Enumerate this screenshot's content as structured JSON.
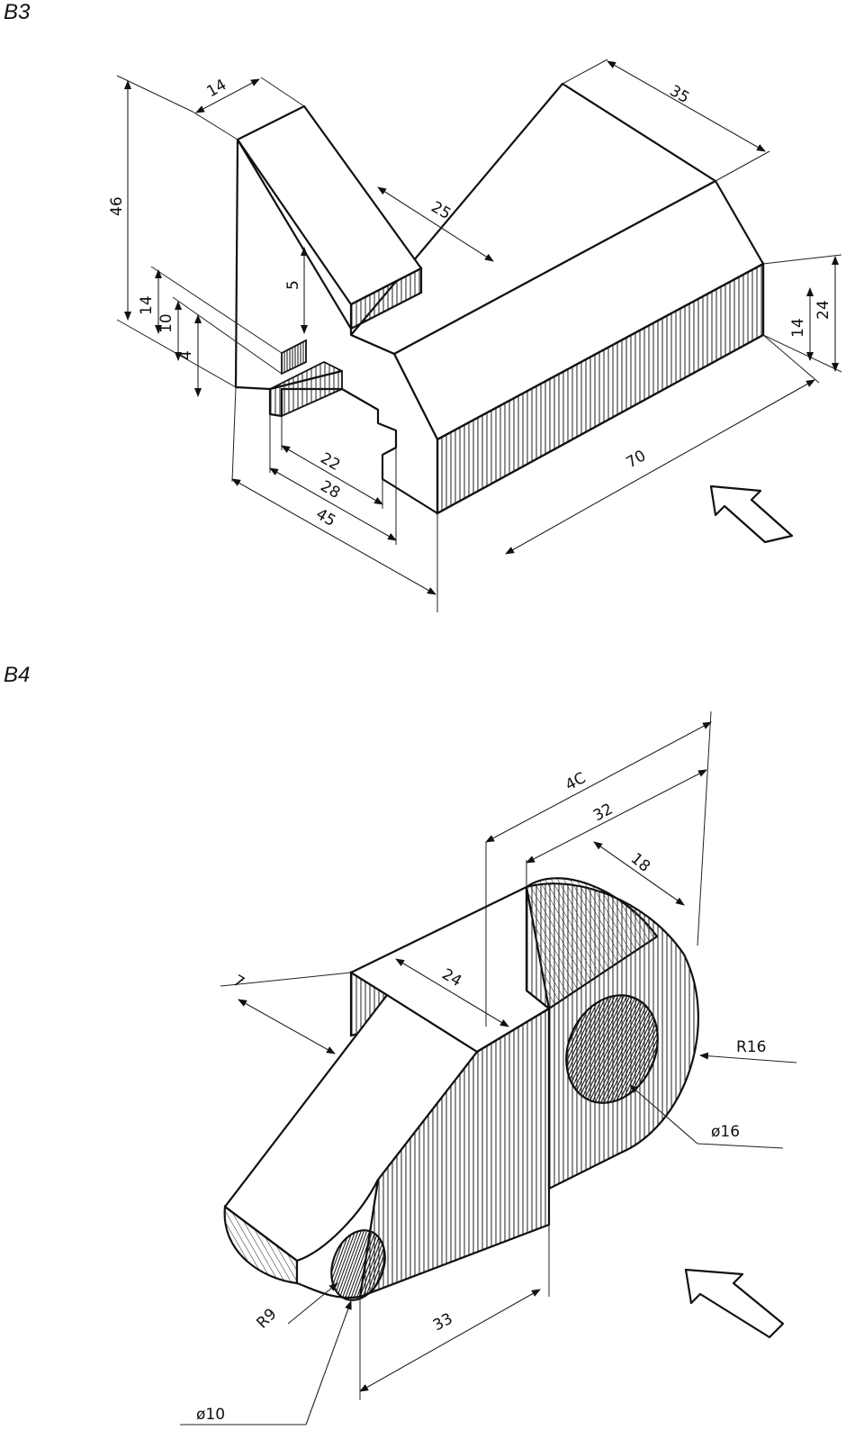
{
  "figures": [
    {
      "label": "B3",
      "dimensions": {
        "d14_top": "14",
        "d35": "35",
        "d46": "46",
        "d25": "25",
        "d5": "5",
        "d14_left": "14",
        "d10": "10",
        "d4": "4",
        "d24": "24",
        "d14_right": "14",
        "d22": "22",
        "d28": "28",
        "d45": "45",
        "d70": "70"
      }
    },
    {
      "label": "B4",
      "dimensions": {
        "d40": "4C",
        "d32": "32",
        "d18": "18",
        "d7": "7",
        "d24": "24",
        "r16": "R16",
        "phi16": "ø16",
        "d33": "33",
        "r9": "R9",
        "phi10": "ø10"
      }
    }
  ]
}
